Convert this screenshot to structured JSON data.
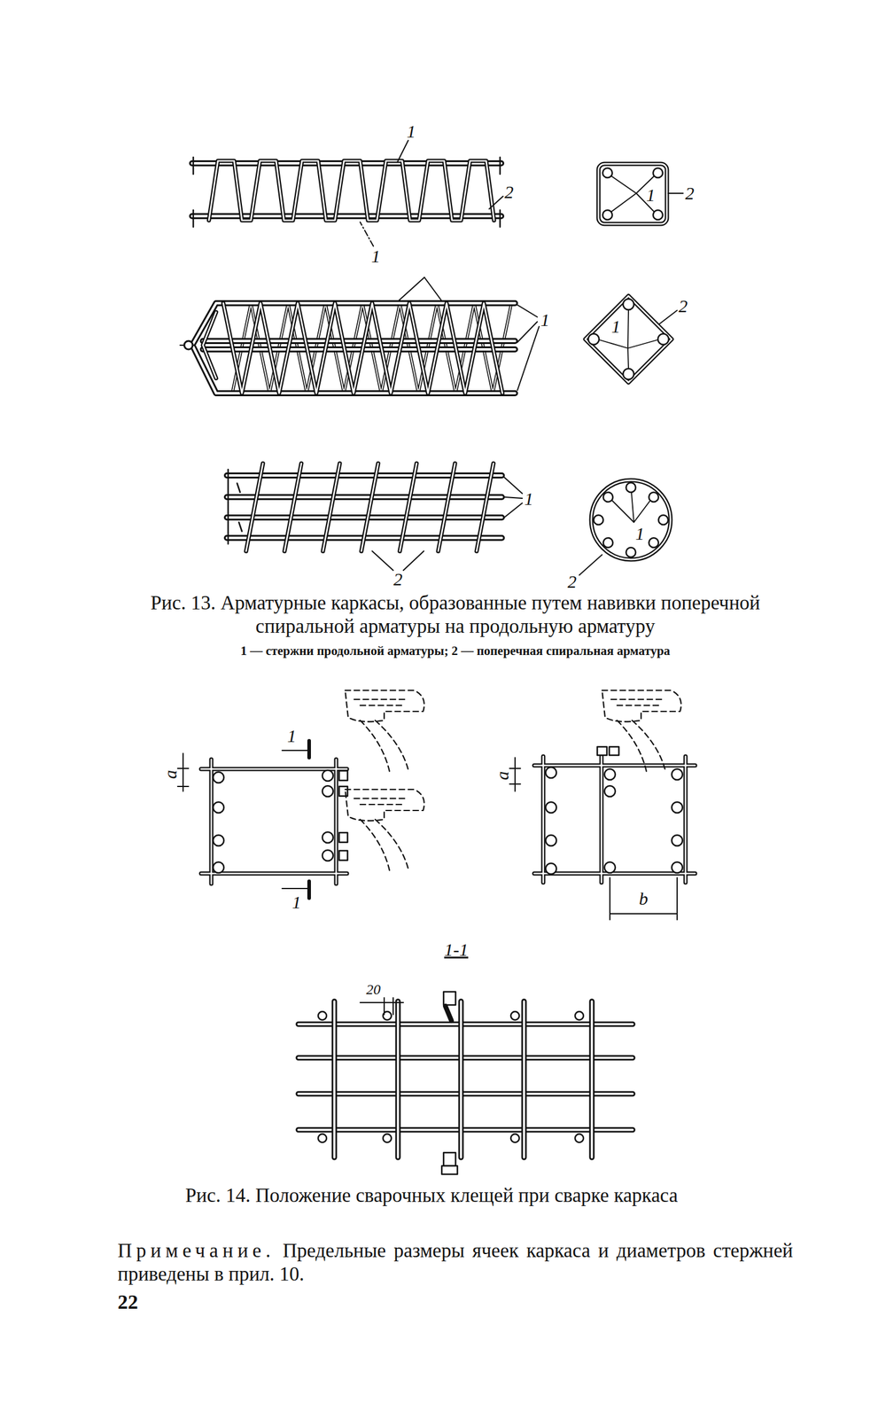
{
  "diagram": {
    "caption": "Рис. 13. Арматурные каркасы, образованные путем навивки поперечной спиральной арматуры на продольную арматуру",
    "labels": [
      "1",
      "2",
      "1",
      "1",
      "2",
      "1",
      "2",
      "1",
      "1",
      "2",
      "1",
      "2",
      "1 — стержни продольной арматуры; 2 — поперечная спиральная арматура",
      "1",
      "1",
      "a",
      "a",
      "b",
      "1-1",
      "20",
      "Рис. 14. Положение сварочных клещей при сварке каркаса",
      "Примечание.",
      "Предельные размеры ячеек каркаса и диаметров стержней приведены в прил. 10.",
      "22"
    ]
  }
}
